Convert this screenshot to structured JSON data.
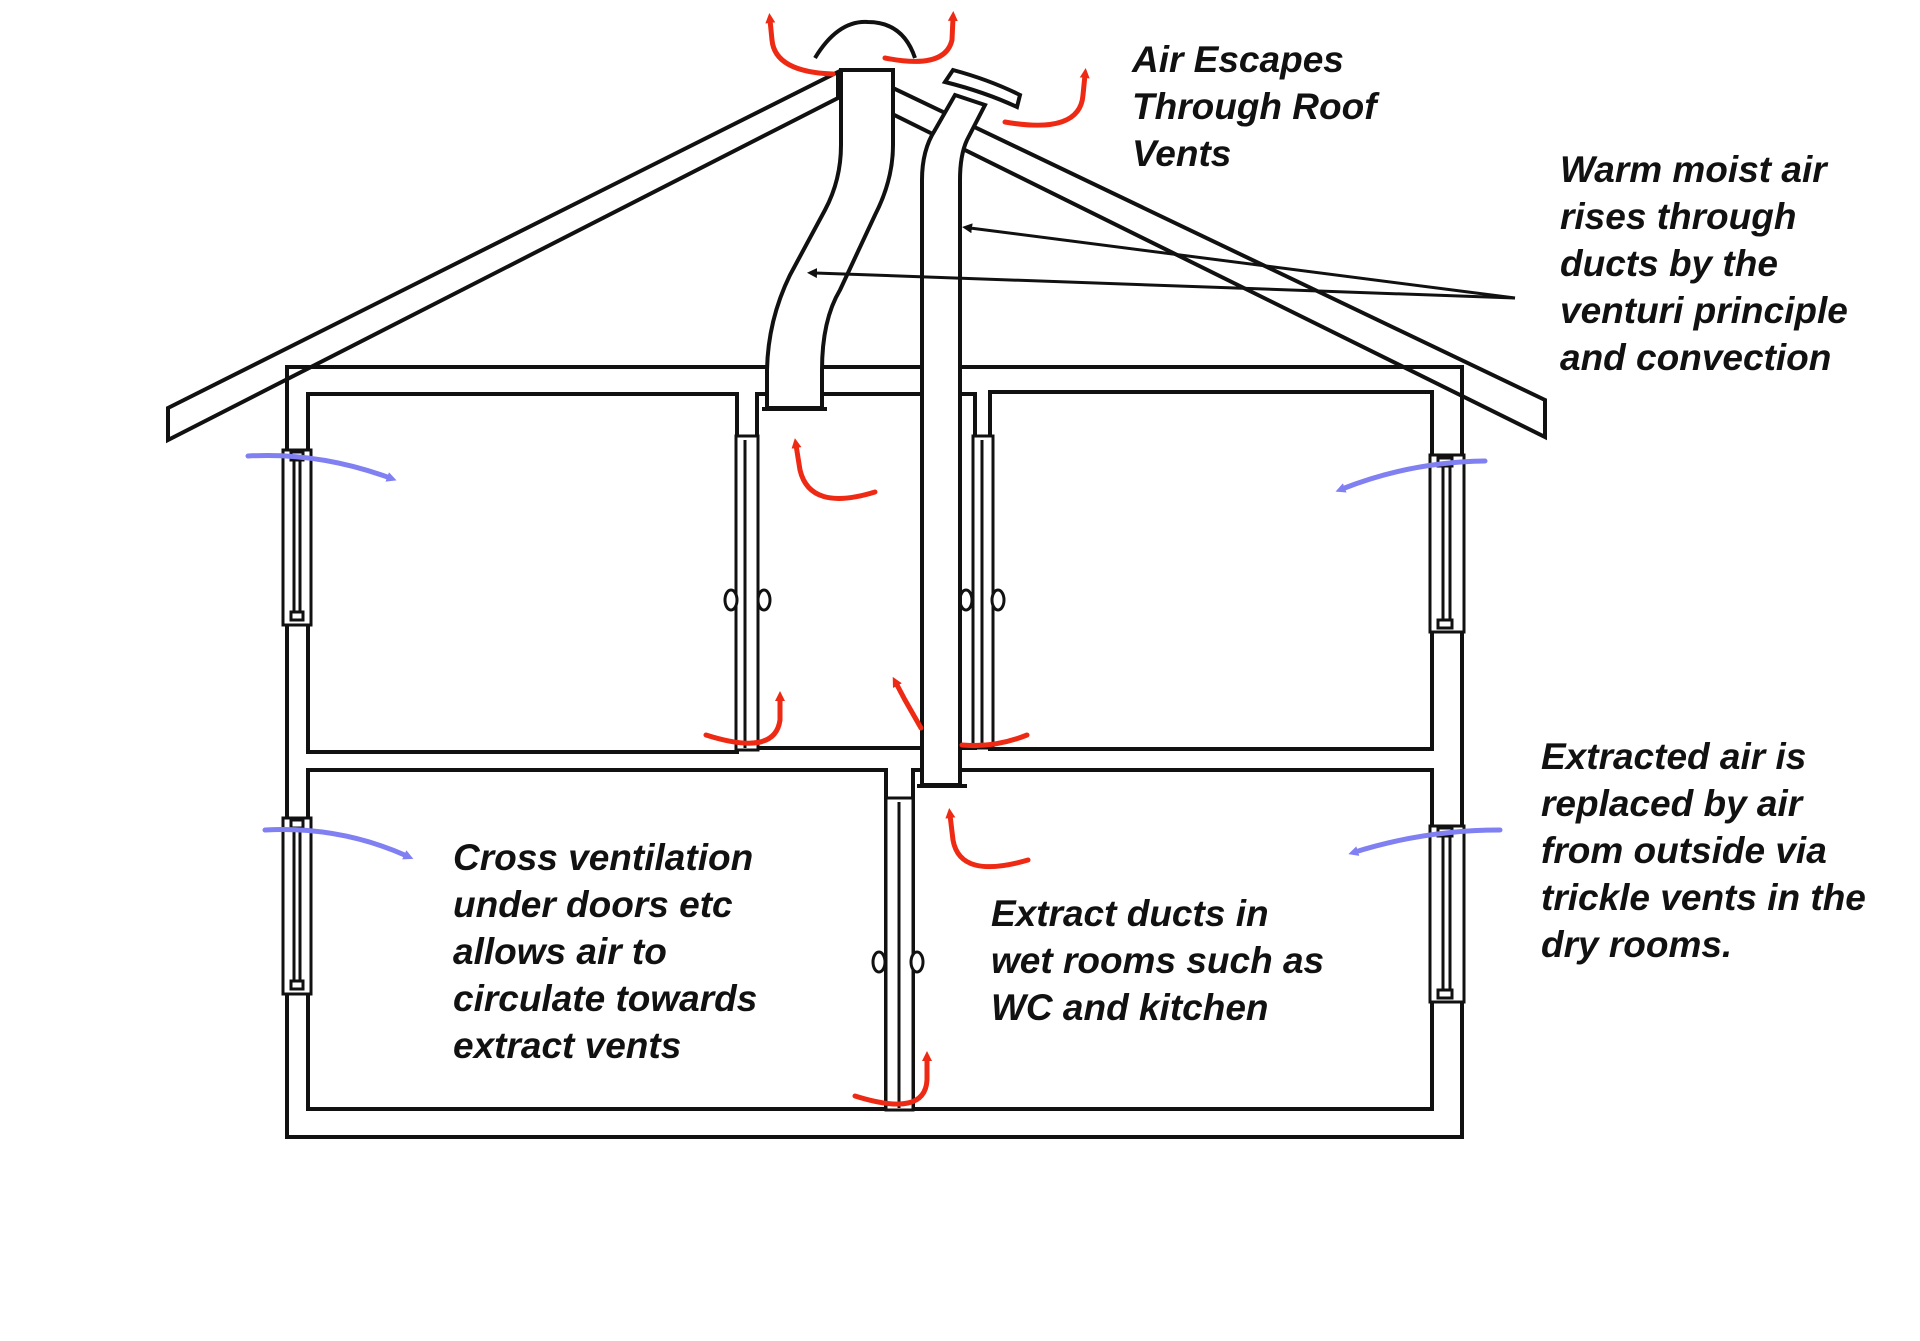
{
  "labels": {
    "roof": [
      "Air Escapes",
      "Through Roof",
      "Vents"
    ],
    "warm": [
      "Warm moist air",
      "rises through",
      "ducts by the",
      "venturi principle",
      "and convection"
    ],
    "replaced": [
      "Extracted air is",
      "replaced by air",
      "from outside via",
      "trickle vents in the",
      "dry rooms."
    ],
    "cross": [
      "Cross ventilation",
      "under doors etc",
      "allows air to",
      "circulate towards",
      "extract vents"
    ],
    "extract": [
      "Extract ducts in",
      "wet rooms such as",
      "WC and kitchen"
    ]
  },
  "colors": {
    "line": "#111111",
    "warm_air": "#ee2a14",
    "fresh_air": "#8080f2",
    "background": "#ffffff"
  }
}
